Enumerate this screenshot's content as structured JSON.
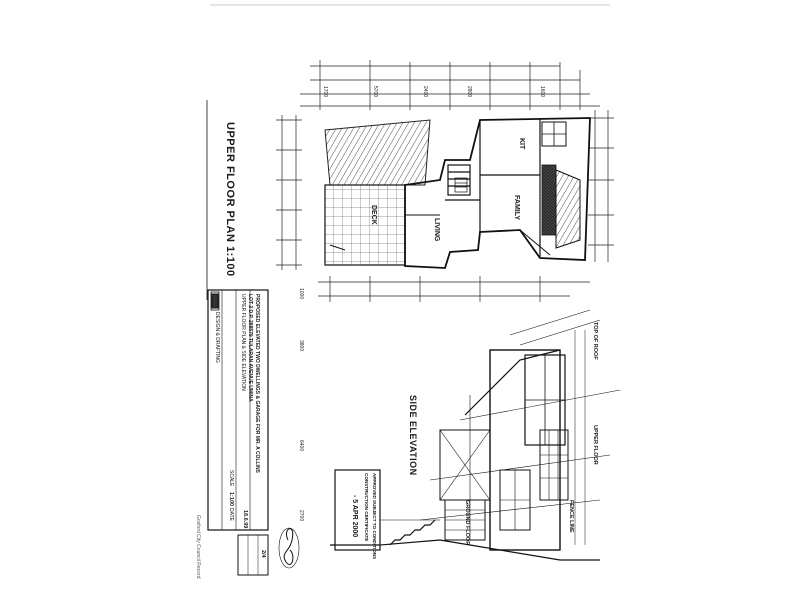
{
  "plan": {
    "title": "UPPER FLOOR PLAN 1:100",
    "rooms": {
      "kitchen": "KIT",
      "family": "FAMILY",
      "living": "LIVING",
      "deck": "DECK"
    },
    "dims_top": [
      "1700",
      "5700",
      "2400",
      "2800",
      "1600"
    ],
    "dims_bottom": [
      "1000",
      "3800",
      "6400",
      "2700"
    ]
  },
  "elevation": {
    "title": "SIDE ELEVATION",
    "notes": [
      "TOP OF ROOF",
      "UPPER FLOOR",
      "GROUND FLOOR",
      "FENCE LINE"
    ],
    "stamp": {
      "line1": "APPROVED SUBJECT TO CONDITIONS",
      "line2": "CONSTRUCTION CERTIFICATE",
      "date": "- 5 APR 2000"
    }
  },
  "title_block": {
    "project": "PROPOSED ELEVATED TWO DWELLINGS & GARAGE FOR MR. A COLLINS",
    "site": "LOT 2 D.P. 288579 TULARAN AVENUE UMINA",
    "sheet": "UPPER FLOOR PLAN & SIDE ELEVATION",
    "firm": "DESIGN & DRAFTING",
    "scale_label": "SCALE",
    "scale": "1:100",
    "date_label": "DATE",
    "date": "18.6.99",
    "sheet_no": "2/4"
  },
  "footer": "Gosford City Council Record"
}
